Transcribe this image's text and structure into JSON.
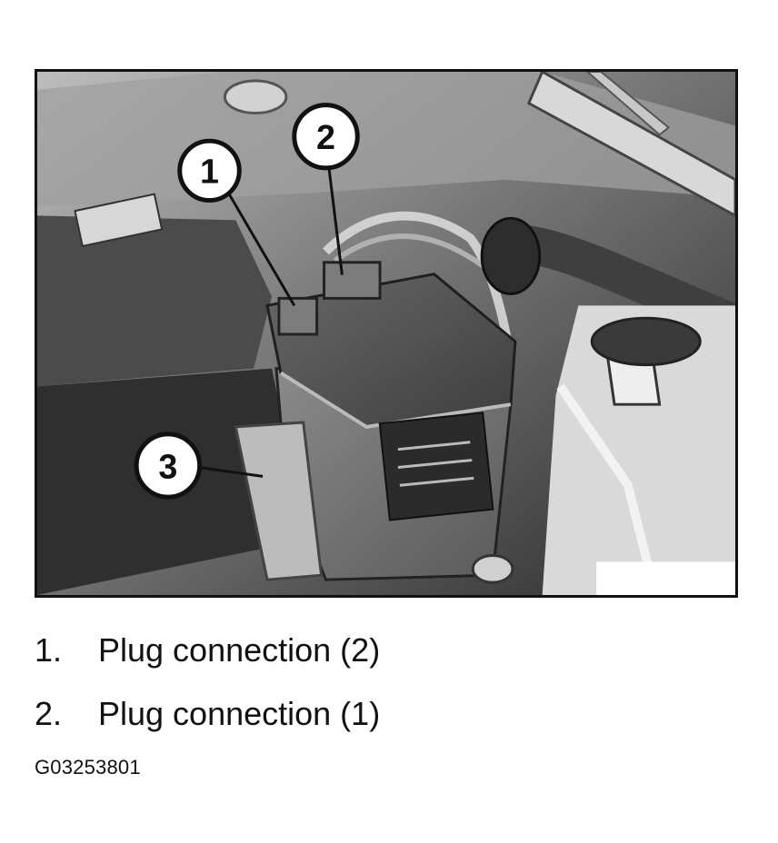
{
  "callouts": [
    {
      "label": "1"
    },
    {
      "label": "2"
    },
    {
      "label": "3"
    }
  ],
  "legend": [
    {
      "number": "1.",
      "label": "Plug connection (2)"
    },
    {
      "number": "2.",
      "label": "Plug connection (1)"
    }
  ],
  "figure_id": "G03253801"
}
